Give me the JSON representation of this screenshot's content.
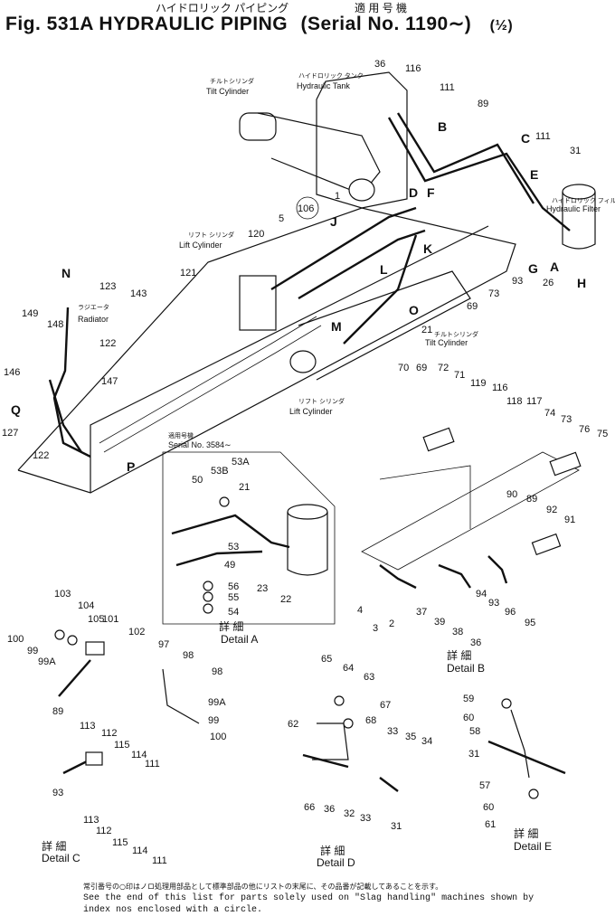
{
  "header": {
    "jp_title": "ハイドロリック パイピング",
    "jp_applicable": "適 用 号 機",
    "main_title": "Fig. 531A  HYDRAULIC PIPING",
    "serial": "(Serial No. 1190∼)",
    "page": "(½)"
  },
  "callouts": {
    "tilt_cyl_jp": "チルトシリンダ",
    "tilt_cyl": "Tilt Cylinder",
    "hyd_tank_jp": "ハイドロリック タンク",
    "hyd_tank": "Hydraulic Tank",
    "hyd_filter_jp": "ハイドロリック フィルタ",
    "hyd_filter": "Hydraulic Filter",
    "lift_cyl_jp": "リフト シリンダ",
    "lift_cyl": "Lift Cylinder",
    "radiator_jp": "ラジエータ",
    "radiator": "Radiator",
    "tilt_cyl2_jp": "チルトシリンダ",
    "tilt_cyl2": "Tilt Cylinder",
    "lift_cyl2_jp": "リフト シリンダ",
    "lift_cyl2": "Lift Cylinder",
    "serial_note_jp": "適用号機",
    "serial_note": "Serial No. 3584∼"
  },
  "arrows": [
    "A",
    "B",
    "C",
    "D",
    "E",
    "F",
    "G",
    "H",
    "J",
    "K",
    "L",
    "M",
    "N",
    "O",
    "P",
    "Q"
  ],
  "part_numbers": {
    "main": [
      "36",
      "116",
      "111",
      "89",
      "C",
      "111",
      "31",
      "106",
      "120",
      "5",
      "121",
      "143",
      "123",
      "149",
      "148",
      "122",
      "146",
      "147",
      "127",
      "122",
      "21",
      "69",
      "73",
      "93",
      "26",
      "1",
      "E"
    ],
    "detailA": [
      "50",
      "53B",
      "53A",
      "21",
      "53",
      "49",
      "56",
      "55",
      "54",
      "23",
      "22"
    ],
    "detailB": [
      "70",
      "69",
      "72",
      "71",
      "119",
      "116",
      "118",
      "117",
      "74",
      "73",
      "76",
      "75",
      "90",
      "89",
      "92",
      "91",
      "4",
      "3",
      "2",
      "37",
      "39",
      "38",
      "36",
      "94",
      "93",
      "96",
      "95"
    ],
    "detailC": [
      "103",
      "104",
      "105",
      "101",
      "102",
      "100",
      "99",
      "99A",
      "97",
      "98",
      "98",
      "89",
      "113",
      "112",
      "115",
      "114",
      "111",
      "99A",
      "99",
      "100",
      "93",
      "113",
      "112",
      "115",
      "114",
      "111"
    ],
    "detailD": [
      "65",
      "64",
      "63",
      "67",
      "68",
      "62",
      "33",
      "35",
      "34",
      "66",
      "36",
      "32",
      "33",
      "31"
    ],
    "detailE": [
      "59",
      "60",
      "58",
      "31",
      "57",
      "60",
      "61"
    ]
  },
  "details": {
    "a_jp": "詳 細",
    "a": "Detail  A",
    "b_jp": "詳 細",
    "b": "Detail  B",
    "c_jp": "詳 細",
    "c": "Detail  C",
    "d_jp": "詳 細",
    "d": "Detail  D",
    "e_jp": "詳 細",
    "e": "Detail  E"
  },
  "notes": {
    "line1": "常引番号の○印はノロ処理用部品として標準部品の他にリストの末尾に、その品番が記載してあることを示す。",
    "line2": "See the end of this list for parts solely used on \"Slag handling\" machines shown by",
    "line3": "index nos enclosed with a circle."
  }
}
